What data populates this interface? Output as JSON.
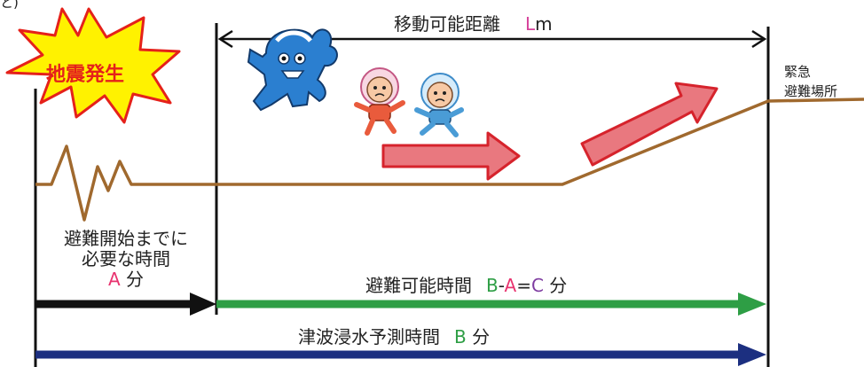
{
  "corner_text": "と)",
  "earthquake": {
    "label": "地震発生"
  },
  "distance": {
    "text": "移動可能距離",
    "var": "L",
    "unit": "m"
  },
  "destination": {
    "line1": "緊急",
    "line2": "避難場所"
  },
  "start_time": {
    "line1": "避難開始までに",
    "line2": "必要な時間",
    "var": "A",
    "unit": "分"
  },
  "evac_time": {
    "text": "避難可能時間",
    "b": "B",
    "dash": "-",
    "a": "A",
    "eq": "=",
    "c": "C",
    "unit": "分"
  },
  "tsunami_time": {
    "text": "津波浸水予測時間",
    "var": "B",
    "unit": "分"
  },
  "colors": {
    "ground": "#a0692e",
    "black_arrow": "#111111",
    "green_arrow": "#2e9e45",
    "blue_arrow": "#1c2f80",
    "move_arrow_fill": "#e9787f",
    "move_arrow_stroke": "#d6232c",
    "burst_fill": "#fff200",
    "burst_stroke": "#e5211a",
    "var_red": "#e8336f",
    "var_green": "#2e9e45",
    "var_purple": "#7e3ca0"
  }
}
